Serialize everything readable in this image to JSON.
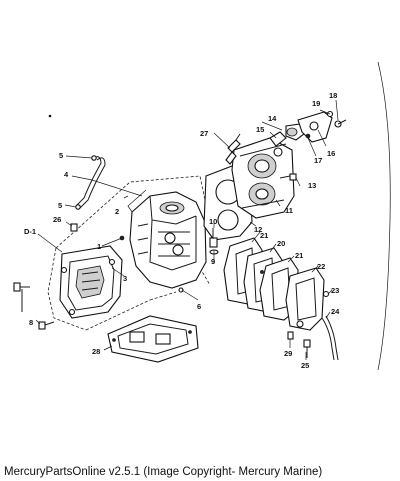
{
  "caption": "MercuryPartsOnline v2.5.1 (Image Copyright- Mercury Marine)",
  "callouts": {
    "c1": "1",
    "c2": "2",
    "c3": "3",
    "c4": "4",
    "c5a": "5",
    "c5b": "5",
    "c6": "6",
    "c8": "8",
    "c9": "9",
    "c10": "10",
    "c11": "11",
    "c12": "12",
    "c13": "13",
    "c14": "14",
    "c15": "15",
    "c16": "16",
    "c17": "17",
    "c18": "18",
    "c19": "19",
    "c20": "20",
    "c21a": "21",
    "c21b": "21",
    "c22": "22",
    "c23": "23",
    "c24": "24",
    "c25": "25",
    "c26": "26",
    "c27": "27",
    "c28": "28",
    "c29": "29",
    "cd1": "D-1"
  }
}
